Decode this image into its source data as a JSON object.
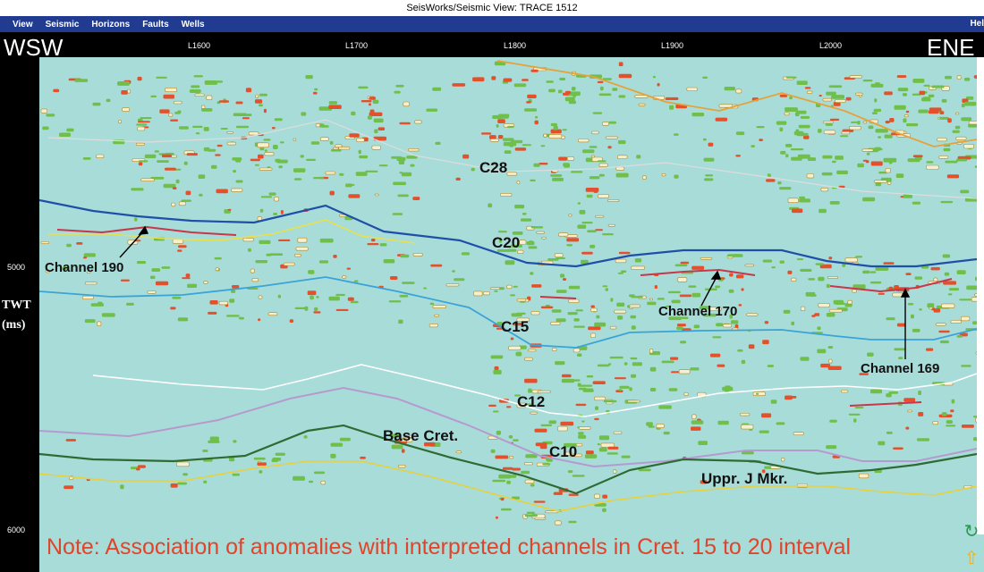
{
  "window": {
    "title": "SeisWorks/Seismic View: TRACE 1512"
  },
  "menu": {
    "items": [
      "View",
      "Seismic",
      "Horizons",
      "Faults",
      "Wells"
    ],
    "help": "Hel"
  },
  "section": {
    "left_dir": "WSW",
    "right_dir": "ENE",
    "trace_labels": [
      "L1600",
      "L1700",
      "L1800",
      "L1900",
      "L2000"
    ],
    "time_ticks": [
      "5000",
      "6000"
    ],
    "twt_label": "TWT",
    "twt_unit": "(ms)"
  },
  "horizons": {
    "c28": "C28",
    "c20": "C20",
    "c15": "C15",
    "c12": "C12",
    "c10": "C10",
    "base_cret": "Base Cret.",
    "uppr_j": "Uppr. J Mkr."
  },
  "channels": {
    "ch190": "Channel 190",
    "ch170": "Channel 170",
    "ch169": "Channel 169"
  },
  "colors": {
    "background": "#a8dcd9",
    "c20": "#1f4fa6",
    "c15": "#3aa3d8",
    "c12": "#ffffff",
    "c10": "#b59ad0",
    "base_cret": "#2f6a33",
    "uppr_j": "#e8d03a",
    "channel": "#c8364a",
    "anomaly_green": "#6fbf4a",
    "anomaly_red": "#e2502c",
    "note": "#e0442a"
  },
  "note": "Note: Association of anomalies with interpreted channels in Cret. 15 to 20 interval",
  "nav": {
    "back_icon": "↻",
    "up_icon": "⇧"
  }
}
